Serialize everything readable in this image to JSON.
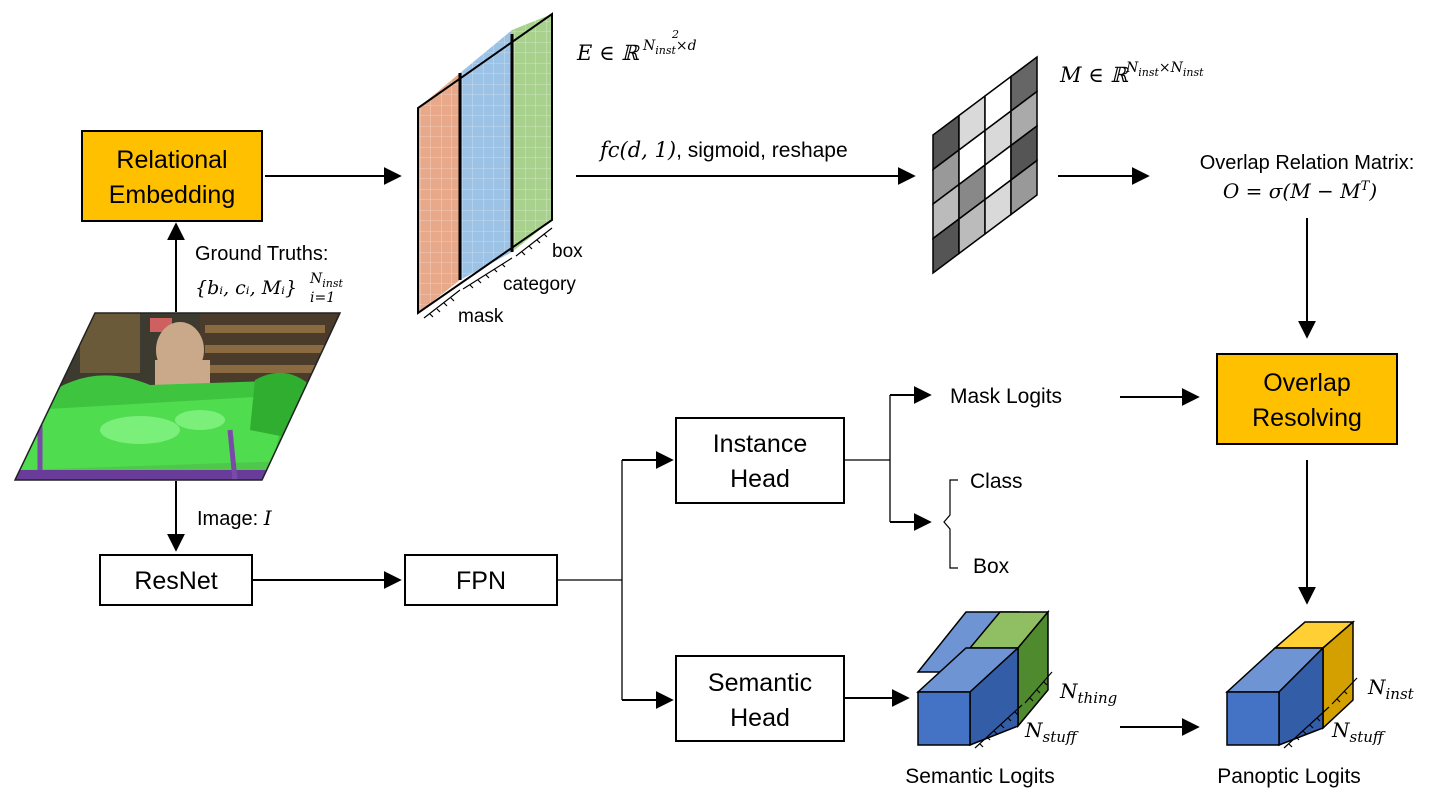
{
  "boxes": {
    "relational_embedding": [
      "Relational",
      "Embedding"
    ],
    "instance_head": [
      "Instance",
      "Head"
    ],
    "semantic_head": [
      "Semantic",
      "Head"
    ],
    "overlap_resolving": [
      "Overlap",
      "Resolving"
    ],
    "resnet": "ResNet",
    "fpn": "FPN"
  },
  "labels": {
    "ground_truths": "Ground Truths:",
    "ground_truths_math": "{bᵢ, cᵢ, Mᵢ}",
    "ground_truths_sup": "N",
    "ground_truths_sup_sub": "inst",
    "ground_truths_sub": "i=1",
    "image": "Image:",
    "image_var": "I",
    "e_math": "E ∈ ℝ",
    "e_sup_n": "N",
    "e_sup_sub": "inst",
    "e_sup_2": "2",
    "e_sup_tail": "×d",
    "fc_math": "fc(d, 1)",
    "fc_text": ", sigmoid, reshape",
    "m_math": "M ∈ ℝ",
    "m_sup_n": "N",
    "m_sup_sub": "inst",
    "m_sup_x": "×N",
    "m_sup_sub2": "inst",
    "overlap_title": "Overlap Relation Matrix:",
    "overlap_formula": "O = σ(M − M",
    "overlap_formula_sup": "T",
    "overlap_formula_close": ")",
    "mask": "mask",
    "category": "category",
    "box_small": "box",
    "mask_logits": "Mask Logits",
    "class": "Class",
    "box": "Box",
    "semantic_logits": "Semantic Logits",
    "panoptic_logits": "Panoptic Logits",
    "n_thing": "N",
    "n_thing_sub": "thing",
    "n_stuff": "N",
    "n_stuff_sub": "stuff",
    "n_inst": "N",
    "n_inst_sub": "inst",
    "n_stuff2": "N",
    "n_stuff2_sub": "stuff"
  },
  "colors": {
    "orange_box": "#ffc000",
    "mask_col": "#e8a98a",
    "category_col": "#9cc2e5",
    "box_col": "#a9d18e",
    "blue_cube": "#4472c4",
    "green_cube": "#70ad47",
    "gold_cube": "#ffc000"
  }
}
